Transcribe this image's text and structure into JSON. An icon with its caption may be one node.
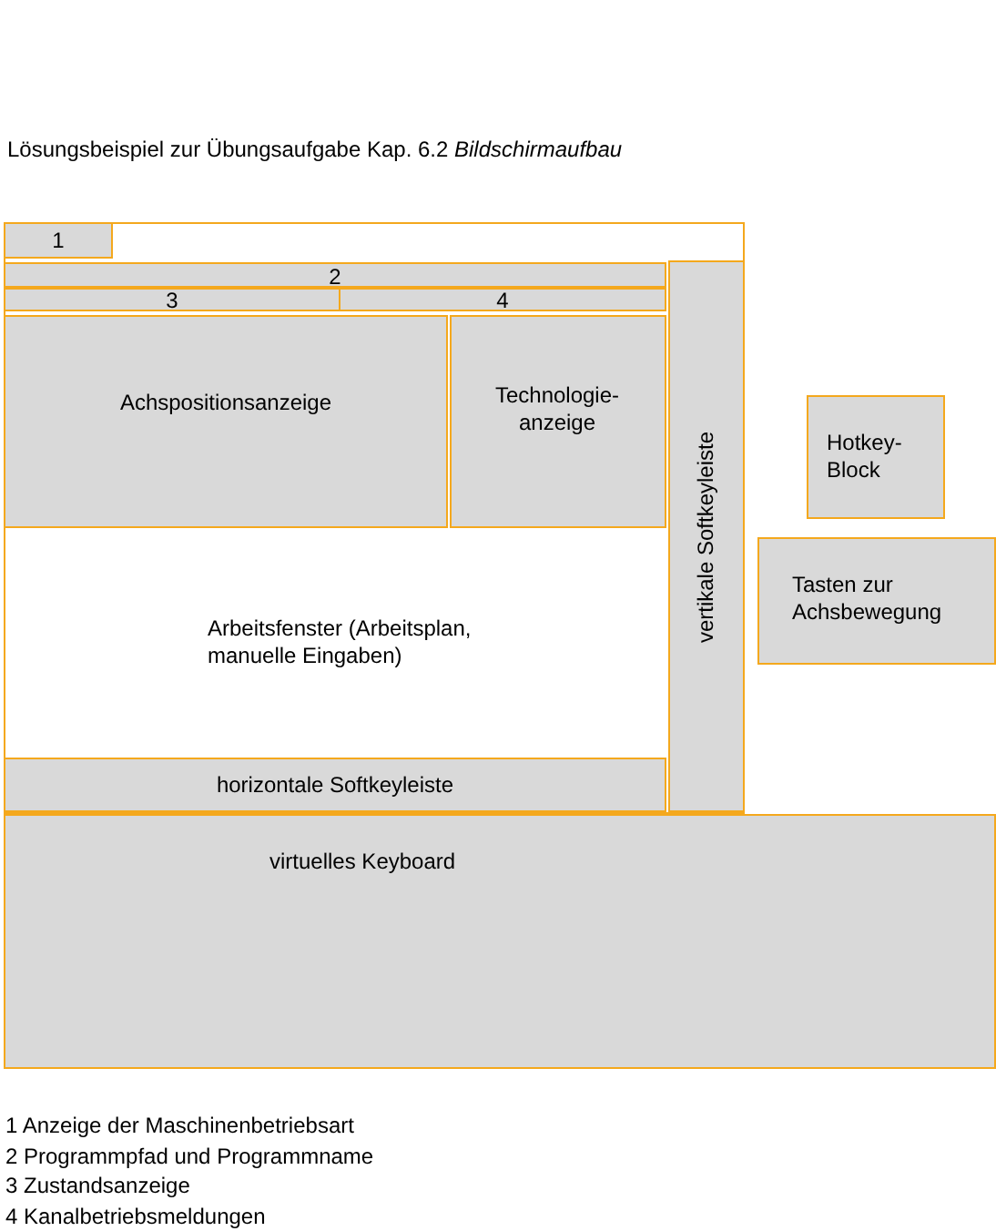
{
  "diagram": {
    "title": "Lösungsbeispiel zur Übungsaufgabe Kap. 6.2 *Bildschirmaufbau*",
    "nodes": [
      {
        "text": [],
        "shape": "box"
      },
      {
        "text": [
          "1"
        ],
        "in": 0
      },
      {
        "text": [
          "2"
        ],
        "in": 0
      },
      {
        "text": [
          "3"
        ],
        "in": 0
      },
      {
        "text": [
          "4"
        ],
        "in": 0
      },
      {
        "text": [
          "Achspositionsanzeige"
        ],
        "in": 0
      },
      {
        "text": [
          "Technologie-anzeige"
        ],
        "in": 0
      },
      {
        "text": [
          "Arbeitsfenster (Arbeitsplan, manuelle Eingaben)"
        ],
        "in": 0
      },
      {
        "text": [
          "horizontale Softkeyleiste"
        ],
        "in": 0
      },
      {
        "text": [
          "vertikale Softkeyleiste"
        ],
        "in": 0
      },
      {
        "text": [
          "Hotkey-Block"
        ]
      },
      {
        "text": [
          "Tasten zur Achsbewegung"
        ]
      },
      {
        "text": [
          "virtuelles Keyboard"
        ]
      }
    ],
    "labels": [
      "1 Anzeige der Maschinenbetriebsart",
      "2 Programmpfad und Programmname",
      "3 Zustandsanzeige",
      "4 Kanalbetriebsmeldungen"
    ]
  }
}
